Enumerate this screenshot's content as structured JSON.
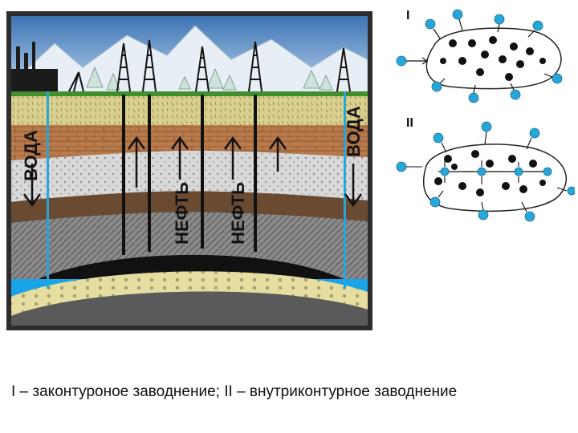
{
  "diagram": {
    "labels": {
      "water_left": "ВОДА",
      "water_right": "ВОДА",
      "oil_left": "НЕФТЬ",
      "oil_right": "НЕФТЬ",
      "scheme_one": "I",
      "scheme_two": "II"
    },
    "colors": {
      "sky": "#5b8fc6",
      "water": "#1aa3e8",
      "oil": "#111111",
      "well_blue": "#29a6d8",
      "grass": "#3f8f2c",
      "brick": "#b87a4a",
      "sand": "#e6dda0"
    }
  },
  "caption": "I – законтуроное заводнение; II – внутриконтурное заводнение"
}
